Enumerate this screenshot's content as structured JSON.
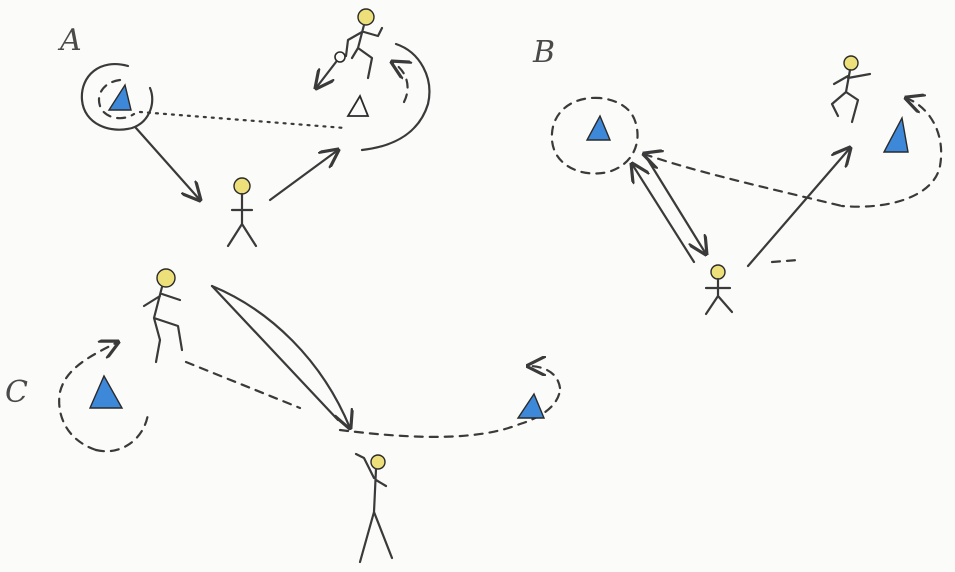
{
  "labels": {
    "a": "A",
    "b": "B",
    "c": "C"
  },
  "icons": [
    "stick-figure-icon",
    "cone-icon",
    "ball-icon",
    "arrow-icon"
  ],
  "colors": {
    "cone": "#3d88d8",
    "head": "#ede07a",
    "ink": "#3a3a3a",
    "paper": "#fbfbf9"
  }
}
